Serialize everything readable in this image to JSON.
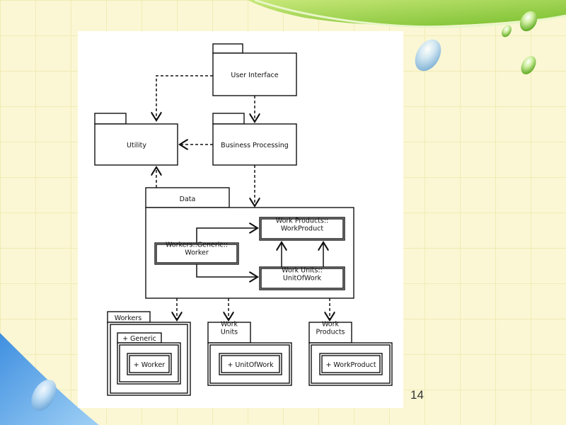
{
  "slide": {
    "page_number": "14",
    "colors": {
      "background": "#fbf7d4",
      "grid": "#f2ecb8",
      "top_swoosh_green": "#8cc83c",
      "bottom_swoosh_blue": "#5aa5e6",
      "panel": "#ffffff",
      "line": "#111111"
    }
  },
  "diagram": {
    "packages": {
      "user_interface": "User Interface",
      "utility": "Utility",
      "business_processing": "Business Processing",
      "data": "Data",
      "workers": "Workers",
      "generic": "+ Generic",
      "work_units": "Work\nUnits",
      "work_products": "Work\nProducts"
    },
    "classes": {
      "work_products_class": "Work Products::\nWorkProduct",
      "workers_generic_class": "Workers::Generic::\nWorker",
      "work_units_class": "Work Units::\nUnitOfWork",
      "worker": "+ Worker",
      "unit_of_work": "+ UnitOfWork",
      "work_product": "+ WorkProduct"
    }
  }
}
